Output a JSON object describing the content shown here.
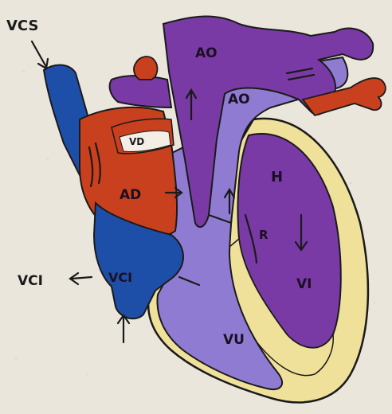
{
  "labels": {
    "vcs": "VCS",
    "vci": "VCI",
    "ao_top": "AO",
    "ao_mid": "AO",
    "vd_small": "VD",
    "ad": "AD",
    "vi": "VI",
    "vu": "VU",
    "vci_inner": "VCI",
    "h": "H",
    "r": "R"
  },
  "colors": {
    "paper": "#ebe6dc",
    "venous_blue": "#1e4fa8",
    "arterial_red": "#c8401e",
    "purple_dark": "#7a3aa6",
    "purple_light": "#8f7cd2",
    "septum_yellow": "#efe09a",
    "outline": "#1a1a1a"
  }
}
